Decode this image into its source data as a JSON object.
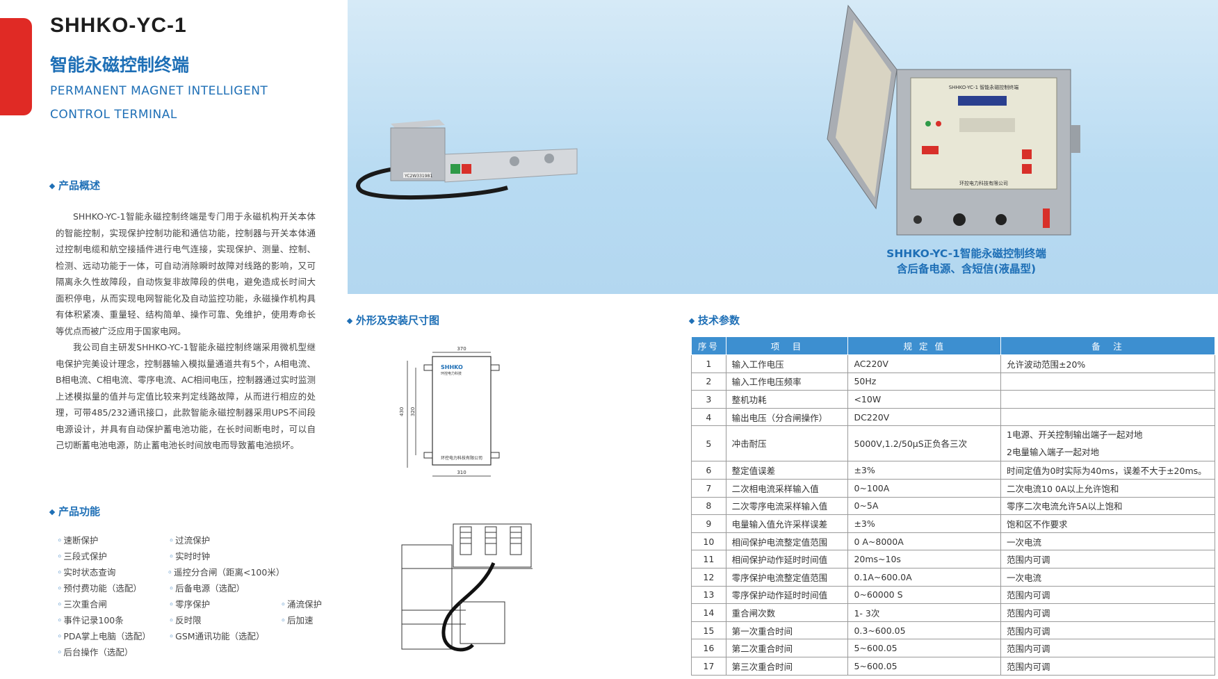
{
  "header": {
    "model": "SHHKO-YC-1",
    "title_cn": "智能永磁控制终端",
    "title_en_line1": "PERMANENT MAGNET INTELLIGENT",
    "title_en_line2": "CONTROL TERMINAL"
  },
  "overview": {
    "heading": "产品概述",
    "paragraph1": "SHHKO-YC-1智能永磁控制终端是专门用于永磁机构开关本体的智能控制，实现保护控制功能和通信功能，控制器与开关本体通过控制电缆和航空接插件进行电气连接，实现保护、测量、控制、检测、远动功能于一体，可自动消除瞬时故障对线路的影响，又可隔离永久性故障段，自动恢复非故障段的供电，避免造成长时间大面积停电，从而实现电网智能化及自动监控功能，永磁操作机构具有体积紧凑、重量轻、结构简单、操作可靠、免维护，使用寿命长等优点而被广泛应用于国家电网。",
    "paragraph2": "我公司自主研发SHHKO-YC-1智能永磁控制终端采用微机型继电保护完美设计理念，控制器输入模拟量通道共有5个，A相电流、B相电流、C相电流、零序电流、AC相间电压，控制器通过实时监测上述模拟量的值并与定值比较来判定线路故障，从而进行相应的处理，可带485/232通讯接口，此款智能永磁控制器采用UPS不间段电源设计，并具有自动保护蓄电池功能，在长时间断电时，可以自己切断蓄电池电源，防止蓄电池长时间放电而导致蓄电池损坏。"
  },
  "functions": {
    "heading": "产品功能",
    "rows": [
      [
        "速断保护",
        "过流保护",
        ""
      ],
      [
        "三段式保护",
        "实时时钟",
        ""
      ],
      [
        "实时状态查询",
        "遥控分合闸（距离<100米）",
        ""
      ],
      [
        "预付费功能（选配）",
        "后备电源（选配）",
        ""
      ],
      [
        "三次重合闸",
        "零序保护",
        "涌流保护"
      ],
      [
        "事件记录100条",
        "反时限",
        "后加速"
      ],
      [
        "PDA掌上电脑（选配）",
        "GSM通讯功能（选配）",
        ""
      ],
      [
        "后台操作（选配）",
        "",
        ""
      ]
    ]
  },
  "hero": {
    "caption_line1": "SHHKO-YC-1智能永磁控制终端",
    "caption_line2": "含后备电源、含短信(液晶型)",
    "device_panel_title": "SHHKO-YC-1 智能永磁控制终端",
    "device_panel_company": "环控电力科技有限公司",
    "controller_plate": "YC2W331981"
  },
  "dimensions": {
    "heading": "外形及安装尺寸图",
    "width_top": "370",
    "width_bottom": "310",
    "height_outer": "430",
    "height_inner": "320",
    "logo": "SHHKO",
    "logo_sub": "环控电力科技",
    "company": "环控电力科技有限公司"
  },
  "tech": {
    "heading": "技术参数",
    "columns": [
      "序号",
      "项　目",
      "规 定 值",
      "备　注"
    ],
    "rows": [
      {
        "no": "1",
        "item": "输入工作电压",
        "value": "AC220V",
        "note": "允许波动范围±20%"
      },
      {
        "no": "2",
        "item": "输入工作电压频率",
        "value": "50Hz",
        "note": ""
      },
      {
        "no": "3",
        "item": "整机功耗",
        "value": "<10W",
        "note": ""
      },
      {
        "no": "4",
        "item": "输出电压（分合闸操作）",
        "value": "DC220V",
        "note": ""
      },
      {
        "no": "5",
        "item": "冲击耐压",
        "value": "5000V,1.2/50μS正负各三次",
        "note": "1电源、开关控制输出端子一起对地",
        "note2": "2电量输入端子一起对地"
      },
      {
        "no": "6",
        "item": "整定值误差",
        "value": "±3%",
        "note": "时间定值为0时实际为40ms，误差不大于±20ms。"
      },
      {
        "no": "7",
        "item": "二次相电流采样输入值",
        "value": "0~100A",
        "note": "二次电流10 0A以上允许饱和"
      },
      {
        "no": "8",
        "item": "二次零序电流采样输入值",
        "value": "0~5A",
        "note": "零序二次电流允许5A以上饱和"
      },
      {
        "no": "9",
        "item": "电量输入值允许采样误差",
        "value": "±3%",
        "note": "饱和区不作要求"
      },
      {
        "no": "10",
        "item": "相间保护电流整定值范围",
        "value": "0 A~8000A",
        "note": "一次电流"
      },
      {
        "no": "11",
        "item": "相间保护动作延时时间值",
        "value": "20ms~10s",
        "note": "范围内可调"
      },
      {
        "no": "12",
        "item": "零序保护电流整定值范围",
        "value": "0.1A~600.0A",
        "note": "一次电流"
      },
      {
        "no": "13",
        "item": "零序保护动作延时时间值",
        "value": "0~60000 S",
        "note": "范围内可调"
      },
      {
        "no": "14",
        "item": "重合闸次数",
        "value": "1- 3次",
        "note": "范围内可调"
      },
      {
        "no": "15",
        "item": "第一次重合时间",
        "value": "0.3~600.05",
        "note": "范围内可调"
      },
      {
        "no": "16",
        "item": "第二次重合时间",
        "value": "5~600.05",
        "note": "范围内可调"
      },
      {
        "no": "17",
        "item": "第三次重合时间",
        "value": "5~600.05",
        "note": "范围内可调"
      }
    ]
  }
}
